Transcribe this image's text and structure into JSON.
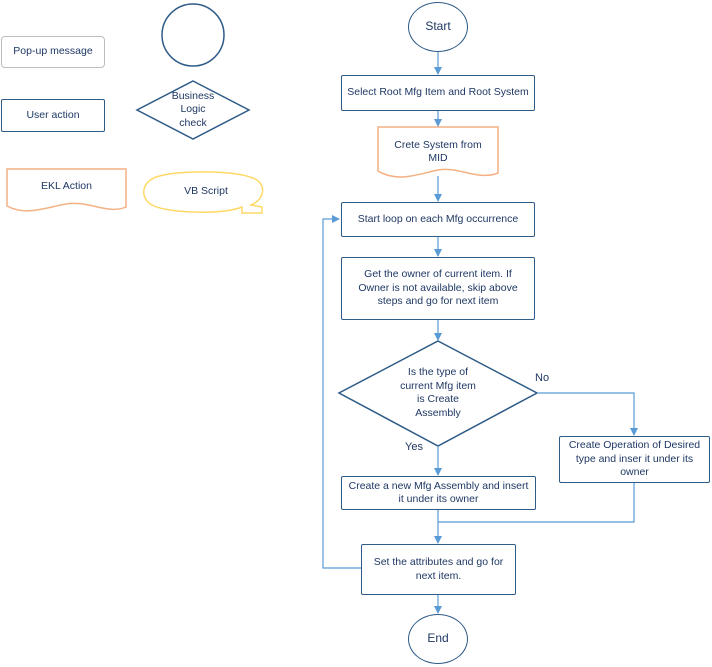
{
  "legend": {
    "popup": "Pop-up message",
    "user_action": "User action",
    "business_logic": "Business\nLogic\ncheck",
    "ekl_action": "EKL Action",
    "vb_script": "VB Script"
  },
  "flow": {
    "start": "Start",
    "select_root": "Select Root Mfg Item and Root System",
    "create_system": "Crete System from\nMID",
    "start_loop": "Start loop on each Mfg occurrence",
    "get_owner": "Get the owner of  current item. If\nOwner is not available, skip above\nsteps and go for next item",
    "decision": "Is the type of\ncurrent Mfg item\nis Create\nAssembly",
    "no_label": "No",
    "yes_label": "Yes",
    "create_operation": "Create Operation of Desired\ntype and inser it under its\nowner",
    "create_assembly": "Create a new Mfg Assembly and insert\nit under its owner",
    "set_attributes": "Set the attributes and go for\nnext item.",
    "end": "End"
  },
  "colors": {
    "flow_line": "#5b9bd5",
    "user_action_border": "#2e5b87",
    "ekl_border": "#f4b183",
    "vb_border": "#ffd966",
    "popup_border": "#bdbdbd",
    "text": "#1f3864"
  }
}
